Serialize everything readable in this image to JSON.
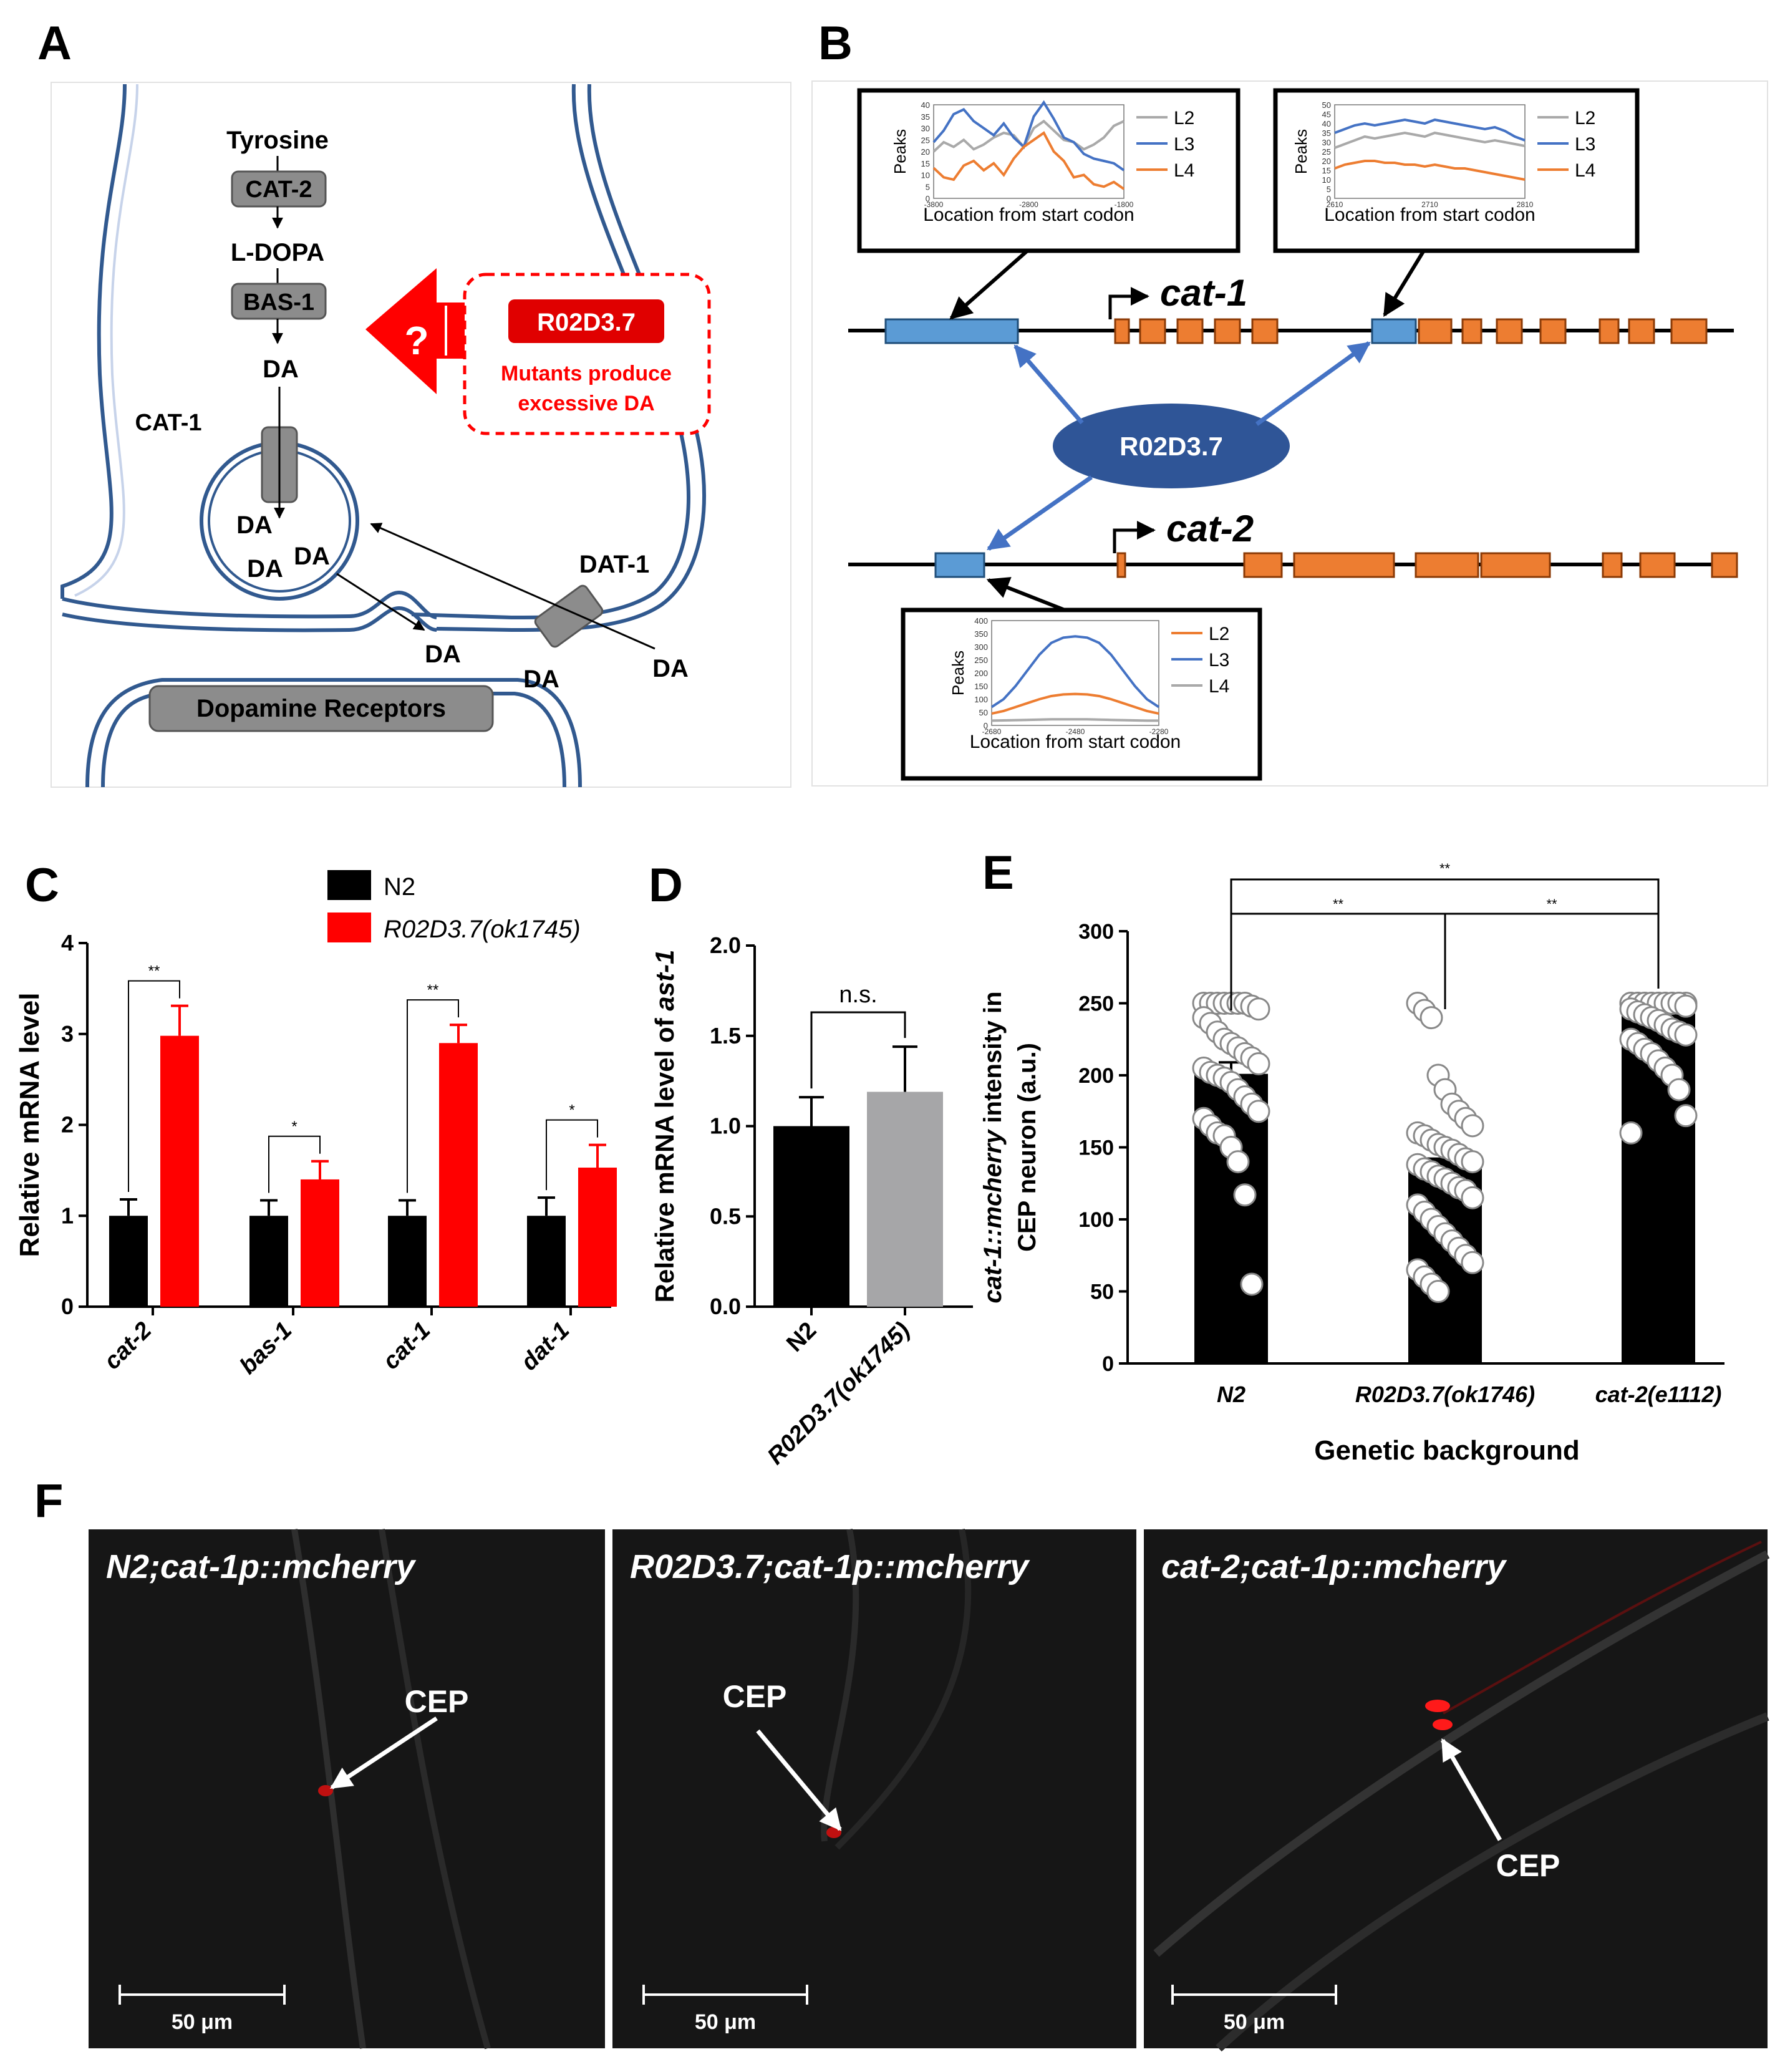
{
  "panels": {
    "a": {
      "letter": "A",
      "tyrosine": "Tyrosine",
      "cat2": "CAT-2",
      "ldopa": "L-DOPA",
      "bas1": "BAS-1",
      "da": "DA",
      "cat1": "CAT-1",
      "dat1": "DAT-1",
      "receptors": "Dopamine Receptors",
      "question": "?",
      "gene": "R02D3.7",
      "mutant_line1": "Mutants produce",
      "mutant_line2": "excessive DA"
    },
    "b": {
      "letter": "B",
      "gene": "R02D3.7",
      "cat1": "cat-1",
      "cat2": "cat-2"
    },
    "c": {
      "letter": "C"
    },
    "d": {
      "letter": "D"
    },
    "e": {
      "letter": "E"
    },
    "f": {
      "letter": "F"
    }
  },
  "inset_charts": [
    {
      "ylabel": "Peaks",
      "xlabel": "Location from start codon",
      "yticks": [
        "40",
        "35",
        "30",
        "25",
        "20",
        "15",
        "10",
        "5",
        "0"
      ],
      "xticks": [
        "-3800",
        "-2800",
        "-1800"
      ],
      "ylim": [
        0,
        40
      ],
      "series": [
        {
          "name": "L2",
          "color": "#a9a9a9",
          "values": [
            20,
            24,
            22,
            25,
            21,
            23,
            26,
            28,
            27,
            22,
            30,
            33,
            29,
            25,
            24,
            21,
            23,
            26,
            31,
            33
          ]
        },
        {
          "name": "L3",
          "color": "#4472c4",
          "values": [
            24,
            29,
            36,
            38,
            33,
            30,
            27,
            32,
            26,
            22,
            35,
            41,
            34,
            26,
            24,
            19,
            17,
            16,
            15,
            12
          ]
        },
        {
          "name": "L4",
          "color": "#ed7d31",
          "values": [
            13,
            9,
            8,
            14,
            16,
            12,
            15,
            10,
            17,
            22,
            25,
            28,
            20,
            16,
            9,
            10,
            6,
            5,
            7,
            4
          ]
        }
      ]
    },
    {
      "ylabel": "Peaks",
      "xlabel": "Location from start codon",
      "yticks": [
        "50",
        "45",
        "40",
        "35",
        "30",
        "25",
        "20",
        "15",
        "10",
        "5",
        "0"
      ],
      "xticks": [
        "2610",
        "2710",
        "2810"
      ],
      "ylim": [
        0,
        50
      ],
      "series": [
        {
          "name": "L2",
          "color": "#a9a9a9",
          "values": [
            27,
            29,
            31,
            33,
            32,
            33,
            34,
            35,
            34,
            33,
            35,
            34,
            33,
            32,
            31,
            30,
            31,
            30,
            29,
            28
          ]
        },
        {
          "name": "L3",
          "color": "#4472c4",
          "values": [
            35,
            37,
            39,
            40,
            39,
            40,
            41,
            42,
            41,
            40,
            42,
            41,
            40,
            39,
            38,
            37,
            38,
            36,
            33,
            31
          ]
        },
        {
          "name": "L4",
          "color": "#ed7d31",
          "values": [
            16,
            18,
            19,
            20,
            20,
            19,
            19,
            18,
            18,
            17,
            18,
            17,
            16,
            16,
            15,
            14,
            13,
            12,
            11,
            10
          ]
        }
      ]
    },
    {
      "ylabel": "Peaks",
      "xlabel": "Location from start codon",
      "yticks": [
        "400",
        "350",
        "300",
        "250",
        "200",
        "150",
        "100",
        "50",
        "0"
      ],
      "xticks": [
        "-2680",
        "-2480",
        "-2280"
      ],
      "ylim": [
        0,
        400
      ],
      "series": [
        {
          "name": "L2",
          "color": "#ed7d31",
          "values": [
            45,
            55,
            70,
            85,
            100,
            112,
            118,
            120,
            118,
            112,
            100,
            85,
            70,
            55,
            45
          ]
        },
        {
          "name": "L3",
          "color": "#4472c4",
          "values": [
            70,
            100,
            150,
            210,
            270,
            315,
            335,
            340,
            335,
            315,
            270,
            210,
            150,
            100,
            70
          ]
        },
        {
          "name": "L4",
          "color": "#a9a9a9",
          "values": [
            18,
            19,
            20,
            21,
            22,
            23,
            23,
            23,
            23,
            22,
            21,
            20,
            19,
            18,
            18
          ]
        }
      ]
    }
  ],
  "chart_data": [
    {
      "type": "bar",
      "ylabel": "Relative mRNA level",
      "ylim": [
        0,
        4
      ],
      "yticks": [
        "0",
        "1",
        "2",
        "3",
        "4"
      ],
      "categories": [
        "cat-2",
        "bas-1",
        "cat-1",
        "dat-1"
      ],
      "series": [
        {
          "name": "N2",
          "color": "#000000",
          "values": [
            1.0,
            1.0,
            1.0,
            1.0
          ],
          "errors": [
            0.18,
            0.17,
            0.17,
            0.2
          ]
        },
        {
          "name": "R02D3.7(ok1745)",
          "color": "#ff0000",
          "values": [
            2.98,
            1.4,
            2.9,
            1.53
          ],
          "errors": [
            0.33,
            0.2,
            0.2,
            0.25
          ]
        }
      ],
      "significance": [
        "**",
        "*",
        "**",
        "*"
      ]
    },
    {
      "type": "bar",
      "ylabel": "Relative mRNA level of ast-1",
      "ylabel_plain": "Relative mRNA level of ",
      "ylabel_italic": "ast-1",
      "ylim": [
        0,
        2
      ],
      "yticks": [
        "0.0",
        "0.5",
        "1.0",
        "1.5",
        "2.0"
      ],
      "categories": [
        "N2",
        "R02D3.7(ok1745)"
      ],
      "values": [
        1.0,
        1.19
      ],
      "errors": [
        0.16,
        0.25
      ],
      "colors": [
        "#000000",
        "#a6a6a8"
      ],
      "significance": "n.s."
    },
    {
      "type": "bar",
      "ylabel": "cat-1::mcherry intensity in CEP neuron (a.u.)",
      "ylabel_italic": "cat-1::mcherry",
      "ylabel_rest1": " intensity in",
      "ylabel_line2": "CEP neuron (a.u.)",
      "xlabel": "Genetic background",
      "ylim": [
        0,
        300
      ],
      "yticks": [
        "0",
        "50",
        "100",
        "150",
        "200",
        "250",
        "300"
      ],
      "categories": [
        "N2",
        "R02D3.7(ok1746)",
        "cat-2(e1112)"
      ],
      "values": [
        201,
        143,
        243
      ],
      "errors": [
        8,
        7,
        4
      ],
      "points": [
        [
          250,
          250,
          250,
          250,
          250,
          250,
          250,
          248,
          246,
          240,
          236,
          230,
          225,
          222,
          219,
          215,
          212,
          208,
          205,
          202,
          200,
          198,
          195,
          190,
          185,
          180,
          175,
          170,
          165,
          160,
          158,
          150,
          140,
          117,
          55
        ],
        [
          250,
          245,
          240,
          200,
          190,
          180,
          175,
          170,
          165,
          160,
          158,
          155,
          152,
          150,
          148,
          145,
          142,
          140,
          138,
          135,
          133,
          130,
          128,
          125,
          122,
          120,
          115,
          110,
          105,
          100,
          95,
          90,
          85,
          80,
          75,
          70,
          65,
          60,
          55,
          50
        ],
        [
          250,
          250,
          250,
          250,
          250,
          250,
          250,
          250,
          250,
          250,
          250,
          250,
          250,
          250,
          250,
          250,
          250,
          248,
          246,
          244,
          242,
          240,
          238,
          235,
          232,
          230,
          228,
          225,
          222,
          218,
          215,
          210,
          205,
          200,
          190,
          172,
          160
        ]
      ],
      "significance": [
        "**",
        "**",
        "**"
      ]
    }
  ],
  "panel_f": [
    {
      "title": "N2;cat-1p::mcherry",
      "callout": "CEP",
      "scalebar": "50 μm"
    },
    {
      "title": "R02D3.7;cat-1p::mcherry",
      "callout": "CEP",
      "scalebar": "50 μm"
    },
    {
      "title": "cat-2;cat-1p::mcherry",
      "callout": "CEP",
      "scalebar": "50 μm"
    }
  ]
}
